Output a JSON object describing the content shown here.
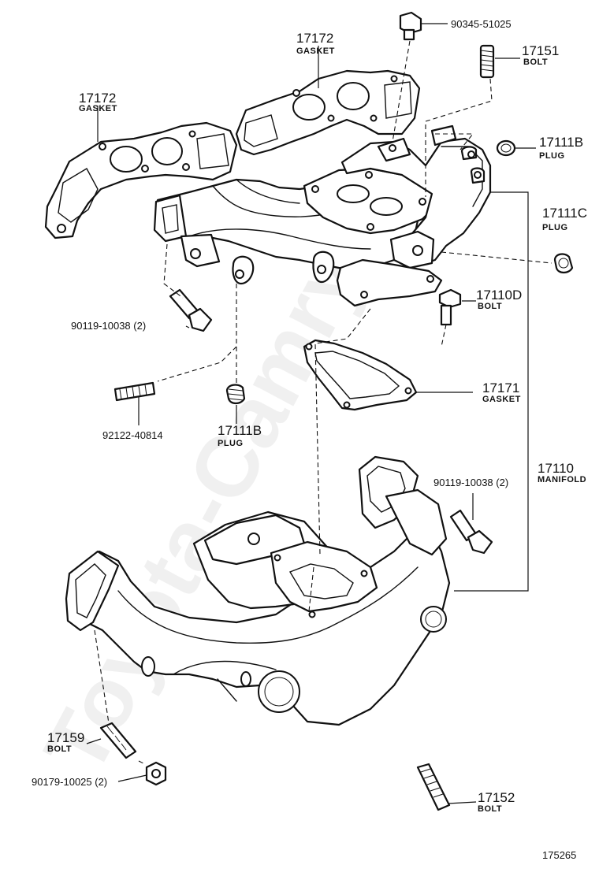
{
  "watermark": "Toyota-Camry.ru",
  "figure_number": "175265",
  "callouts": {
    "c90345": {
      "number": "90345-51025",
      "name": ""
    },
    "c17151": {
      "number": "17151",
      "name": "BOLT"
    },
    "c17172a": {
      "number": "17172",
      "name": "GASKET"
    },
    "c17172b": {
      "number": "17172",
      "name": "GASKET"
    },
    "c17111b_top": {
      "number": "17111B",
      "name": "PLUG"
    },
    "c17111c": {
      "number": "17111C",
      "name": "PLUG"
    },
    "c17110d": {
      "number": "17110D",
      "name": "BOLT"
    },
    "c90119a": {
      "number": "90119-10038 (2)",
      "name": ""
    },
    "c92122": {
      "number": "92122-40814",
      "name": ""
    },
    "c17111b_mid": {
      "number": "17111B",
      "name": "PLUG"
    },
    "c17171": {
      "number": "17171",
      "name": "GASKET"
    },
    "c17110": {
      "number": "17110",
      "name": "MANIFOLD"
    },
    "c90119b": {
      "number": "90119-10038 (2)",
      "name": ""
    },
    "c17159": {
      "number": "17159",
      "name": "BOLT"
    },
    "c90179": {
      "number": "90179-10025 (2)",
      "name": ""
    },
    "c17152": {
      "number": "17152",
      "name": "BOLT"
    }
  }
}
